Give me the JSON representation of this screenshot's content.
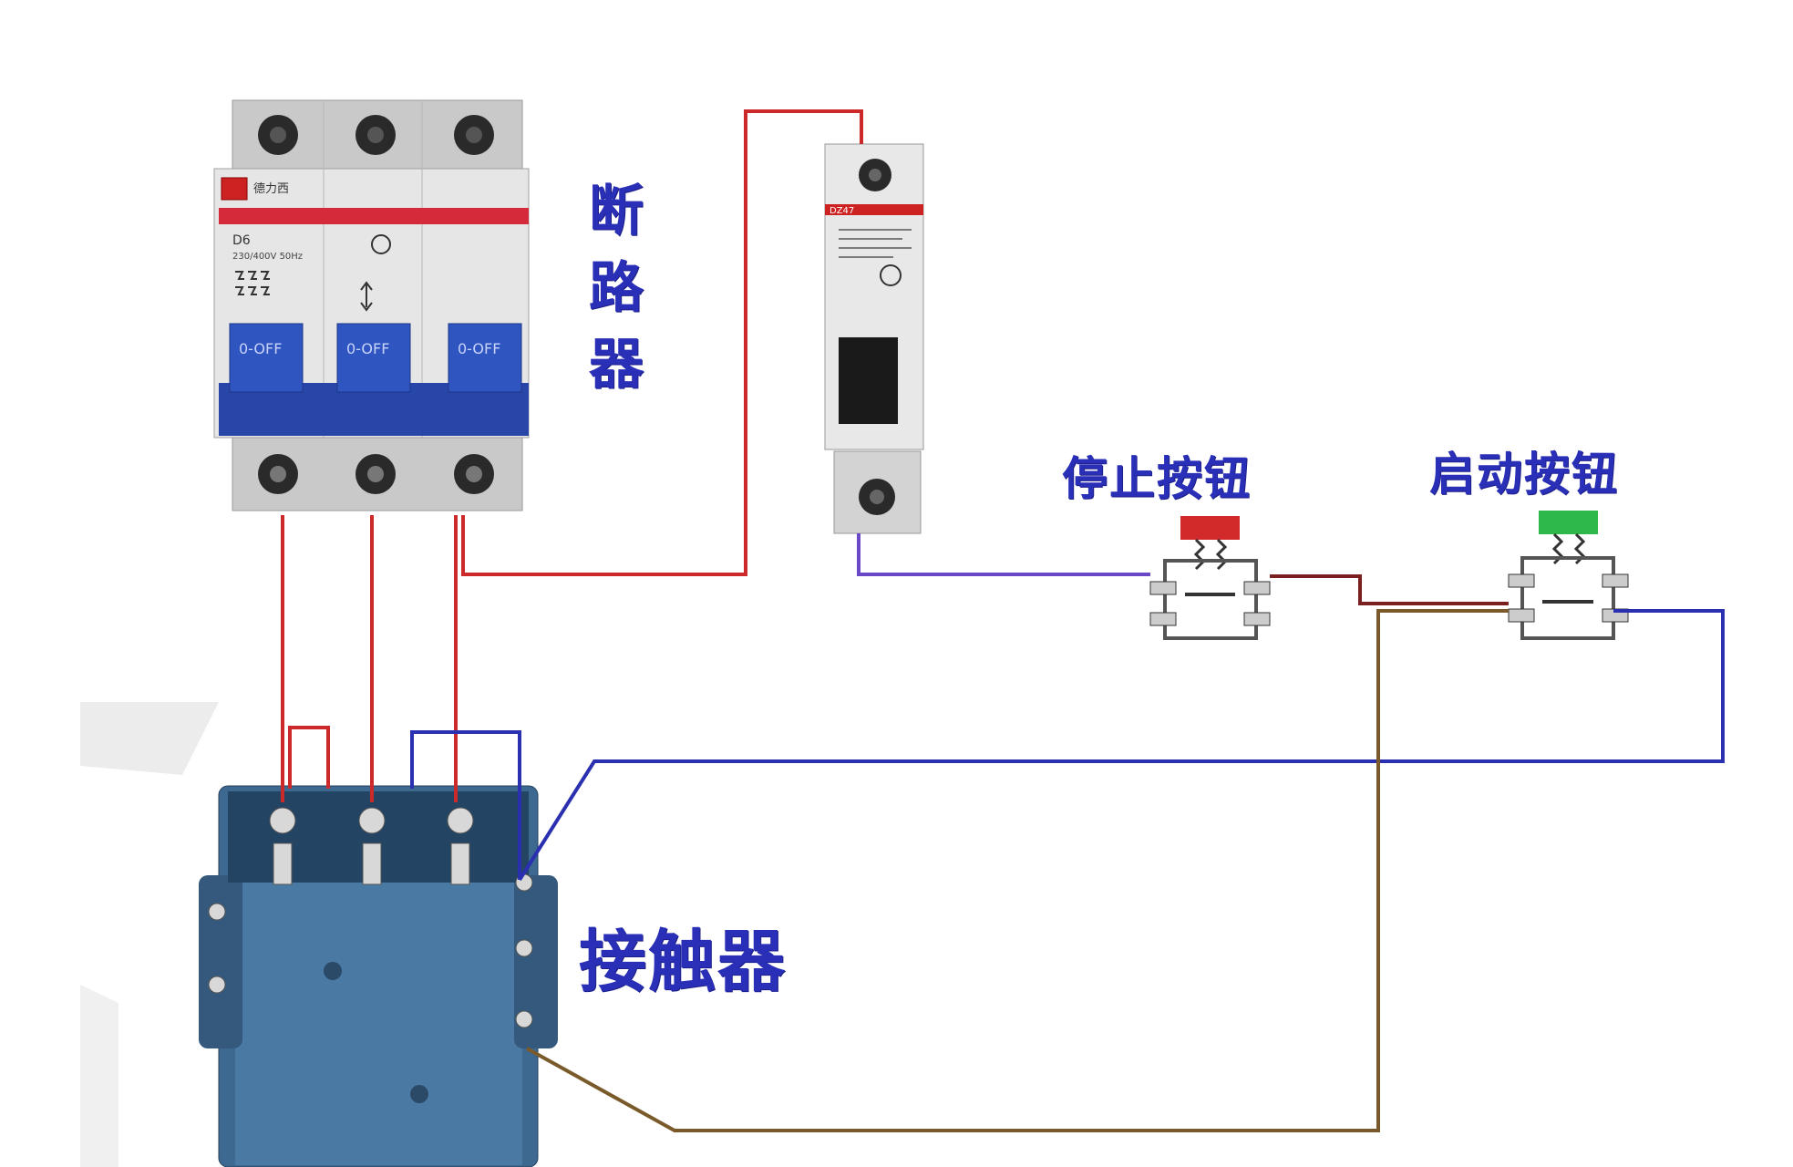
{
  "labels": {
    "breaker": "断路器",
    "stop_button": "停止按钮",
    "start_button": "启动按钮",
    "contactor": "接触器"
  },
  "devices": {
    "breaker": {
      "brand_mark": "德力西",
      "model": "D6",
      "rating_text": "230/400V 50Hz",
      "lever_text": "0-OFF"
    },
    "single_breaker": {
      "model_text": "DZ47"
    }
  },
  "colors": {
    "label_text": "#2a2fb8",
    "wire_red": "#cc2a2a",
    "wire_blue": "#2a30b0",
    "wire_purple": "#6a48c8",
    "wire_darkred": "#7a2020",
    "wire_brown": "#7a5a2a",
    "stop_cap": "#d22a2a",
    "start_cap": "#2fb84a",
    "breaker_lever": "#2746a8",
    "breaker_stripe": "#d42a3a",
    "contactor_body": "#3d6890"
  }
}
